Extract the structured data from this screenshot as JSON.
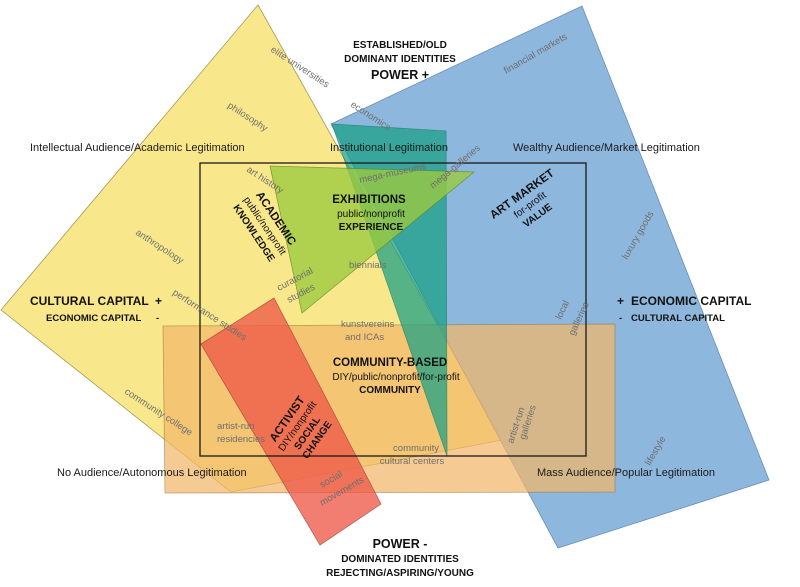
{
  "top": {
    "line1": "ESTABLISHED/OLD",
    "line2": "DOMINANT IDENTITIES",
    "power": "POWER +"
  },
  "bottom": {
    "power": "POWER -",
    "line1": "DOMINATED IDENTITIES",
    "line2": "REJECTING/ASPIRING/YOUNG"
  },
  "corners": {
    "top_left": "Intellectual Audience/Academic Legitimation",
    "top_center": "Institutional  Legitimation",
    "top_right": "Wealthy Audience/Market Legitimation",
    "bottom_left": "No Audience/Autonomous Legitimation",
    "bottom_right": "Mass Audience/Popular Legitimation"
  },
  "left_axis": {
    "primary": "CULTURAL CAPITAL",
    "primary_sign": "+",
    "secondary": "ECONOMIC CAPITAL",
    "secondary_sign": "-"
  },
  "right_axis": {
    "primary": "ECONOMIC CAPITAL",
    "primary_sign": "+",
    "secondary": "CULTURAL CAPITAL",
    "secondary_sign": "-"
  },
  "sectors": {
    "academic": {
      "title": "ACADEMIC",
      "sub": "public/nonprofit",
      "key": "KNOWLEDGE",
      "color": "#f7e26b"
    },
    "exhibitions": {
      "title": "EXHIBITIONS",
      "sub": "public/nonprofit",
      "key": "EXPERIENCE",
      "color": "#9ccb3f"
    },
    "art_market": {
      "title": "ART MARKET",
      "sub": "for-profit",
      "key": "VALUE",
      "color": "#6fa3d6"
    },
    "community": {
      "title": "COMMUNITY-BASED",
      "sub": "DIY/public/nonprofit/for-profit",
      "key": "COMMUNITY",
      "color": "#f3b86a"
    },
    "activist": {
      "title": "ACTIVIST",
      "sub": "DIY/nonprofit",
      "key1": "SOCIAL",
      "key2": "CHANGE",
      "color": "#ee5a4a"
    },
    "institutional": {
      "color": "#18a085"
    }
  },
  "examples": {
    "elite_universities": "elite universities",
    "philosophy": "philosophy",
    "art_history": "art history",
    "anthropology": "anthropology",
    "performance_studies": "performance studies",
    "community_college": "community college",
    "economics": "economics",
    "mega_museums": "mega-museums",
    "mega_galleries": "mega-galleries",
    "biennials": "biennials",
    "curatorial": "curatorial",
    "studies": "studies",
    "kunstvereins": "kunstvereins",
    "and_icas": "and ICAs",
    "financial_markets": "financial markets",
    "luxury_goods": "luxury goods",
    "local": "local",
    "galleries": "galleries",
    "artist_run_galleries_1": "artist-run",
    "artist_run_galleries_2": "galleries",
    "lifestyle": "lifestyle",
    "artist_run_residencies_1": "artist-run",
    "artist_run_residencies_2": "residencies",
    "community_cultural_centers_1": "community",
    "community_cultural_centers_2": "cultural centers",
    "social": "social",
    "movements": "movements"
  }
}
